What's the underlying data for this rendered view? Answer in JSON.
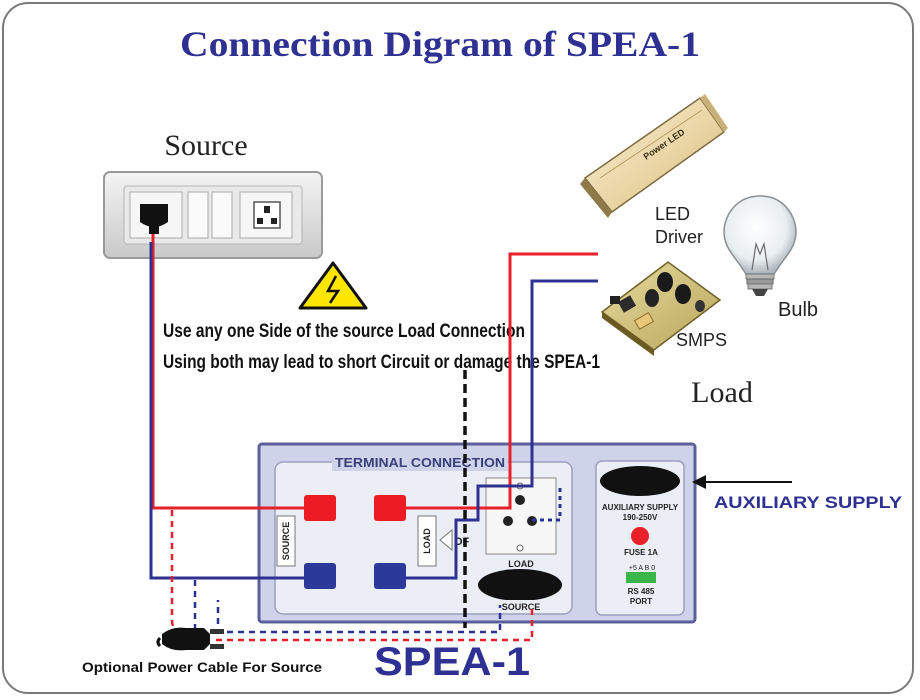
{
  "title": "Connection Digram of SPEA-1",
  "labels": {
    "source": "Source",
    "led_driver_line1": "LED",
    "led_driver_line2": "Driver",
    "bulb": "Bulb",
    "smps": "SMPS",
    "load": "Load",
    "warning_line1": "Use any one Side of the source Load Connection",
    "warning_line2": "Using both may lead to short Circuit or damage the SPEA-1",
    "auxiliary_supply": "AUXILIARY SUPPLY",
    "optional_cable": "Optional Power Cable For Source",
    "device_name": "SPEA-1",
    "led_driver_brand": "Power LED"
  },
  "panel": {
    "terminal_connection": "TERMINAL CONNECTION",
    "source_tag": "SOURCE",
    "load_tag": "LOAD",
    "off_arrow": "OF",
    "load_socket": "LOAD",
    "source_socket": "SOURCE",
    "aux_supply_line1": "AUXILIARY SUPPLY",
    "aux_supply_line2": "190-250V",
    "fuse": "FUSE 1A",
    "rs485_pins": "+5 A B 0",
    "rs485_line1": "RS 485",
    "rs485_line2": "PORT"
  },
  "colors": {
    "title": "#2e3192",
    "wire_red": "#e8202a",
    "wire_blue": "#2e3192",
    "panel_bg": "#cfd3ea",
    "panel_border": "#5b5f9a",
    "terminal_red": "#ec1c24",
    "terminal_blue": "#2b3a9a",
    "fuse_red": "#e8202a",
    "rs485_green": "#39b54a"
  },
  "icons": [
    "warning-triangle-icon",
    "wall-socket-icon",
    "led-driver-icon",
    "bulb-icon",
    "smps-board-icon",
    "power-plug-icon"
  ]
}
